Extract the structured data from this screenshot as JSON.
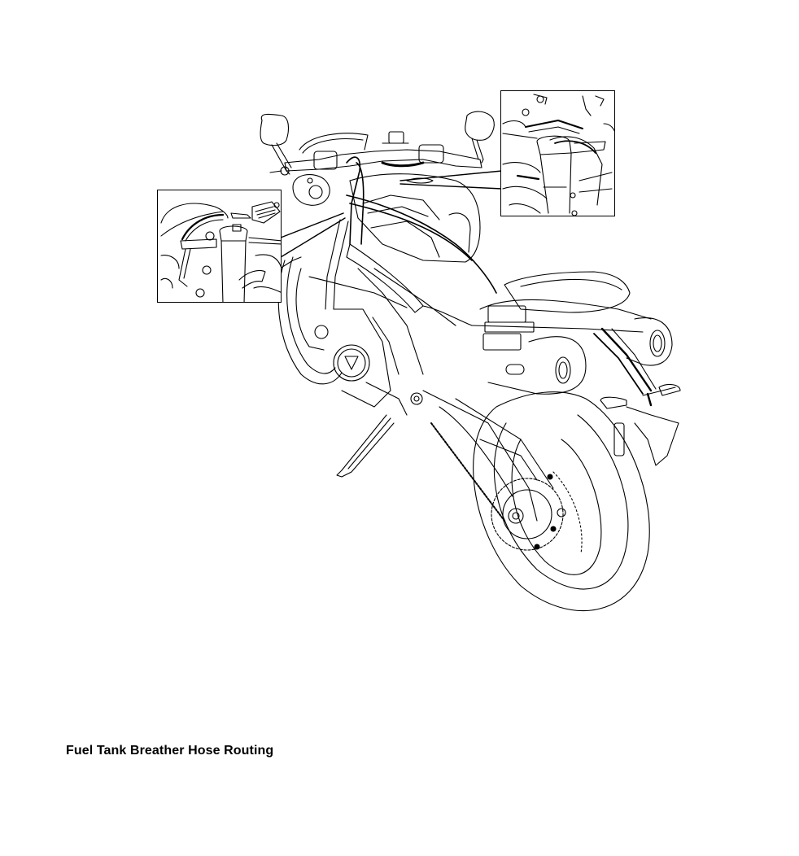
{
  "page": {
    "figure": {
      "subject": "motorcycle-rear-three-quarter-line-illustration",
      "insets": [
        {
          "id": "left-inset",
          "subject": "breather-hose-at-left-steering-head"
        },
        {
          "id": "right-inset",
          "subject": "breather-hose-at-right-fork-top"
        }
      ]
    },
    "caption": "Fuel Tank Breather Hose Routing"
  },
  "colors": {
    "ink": "#000000",
    "paper": "#ffffff"
  }
}
